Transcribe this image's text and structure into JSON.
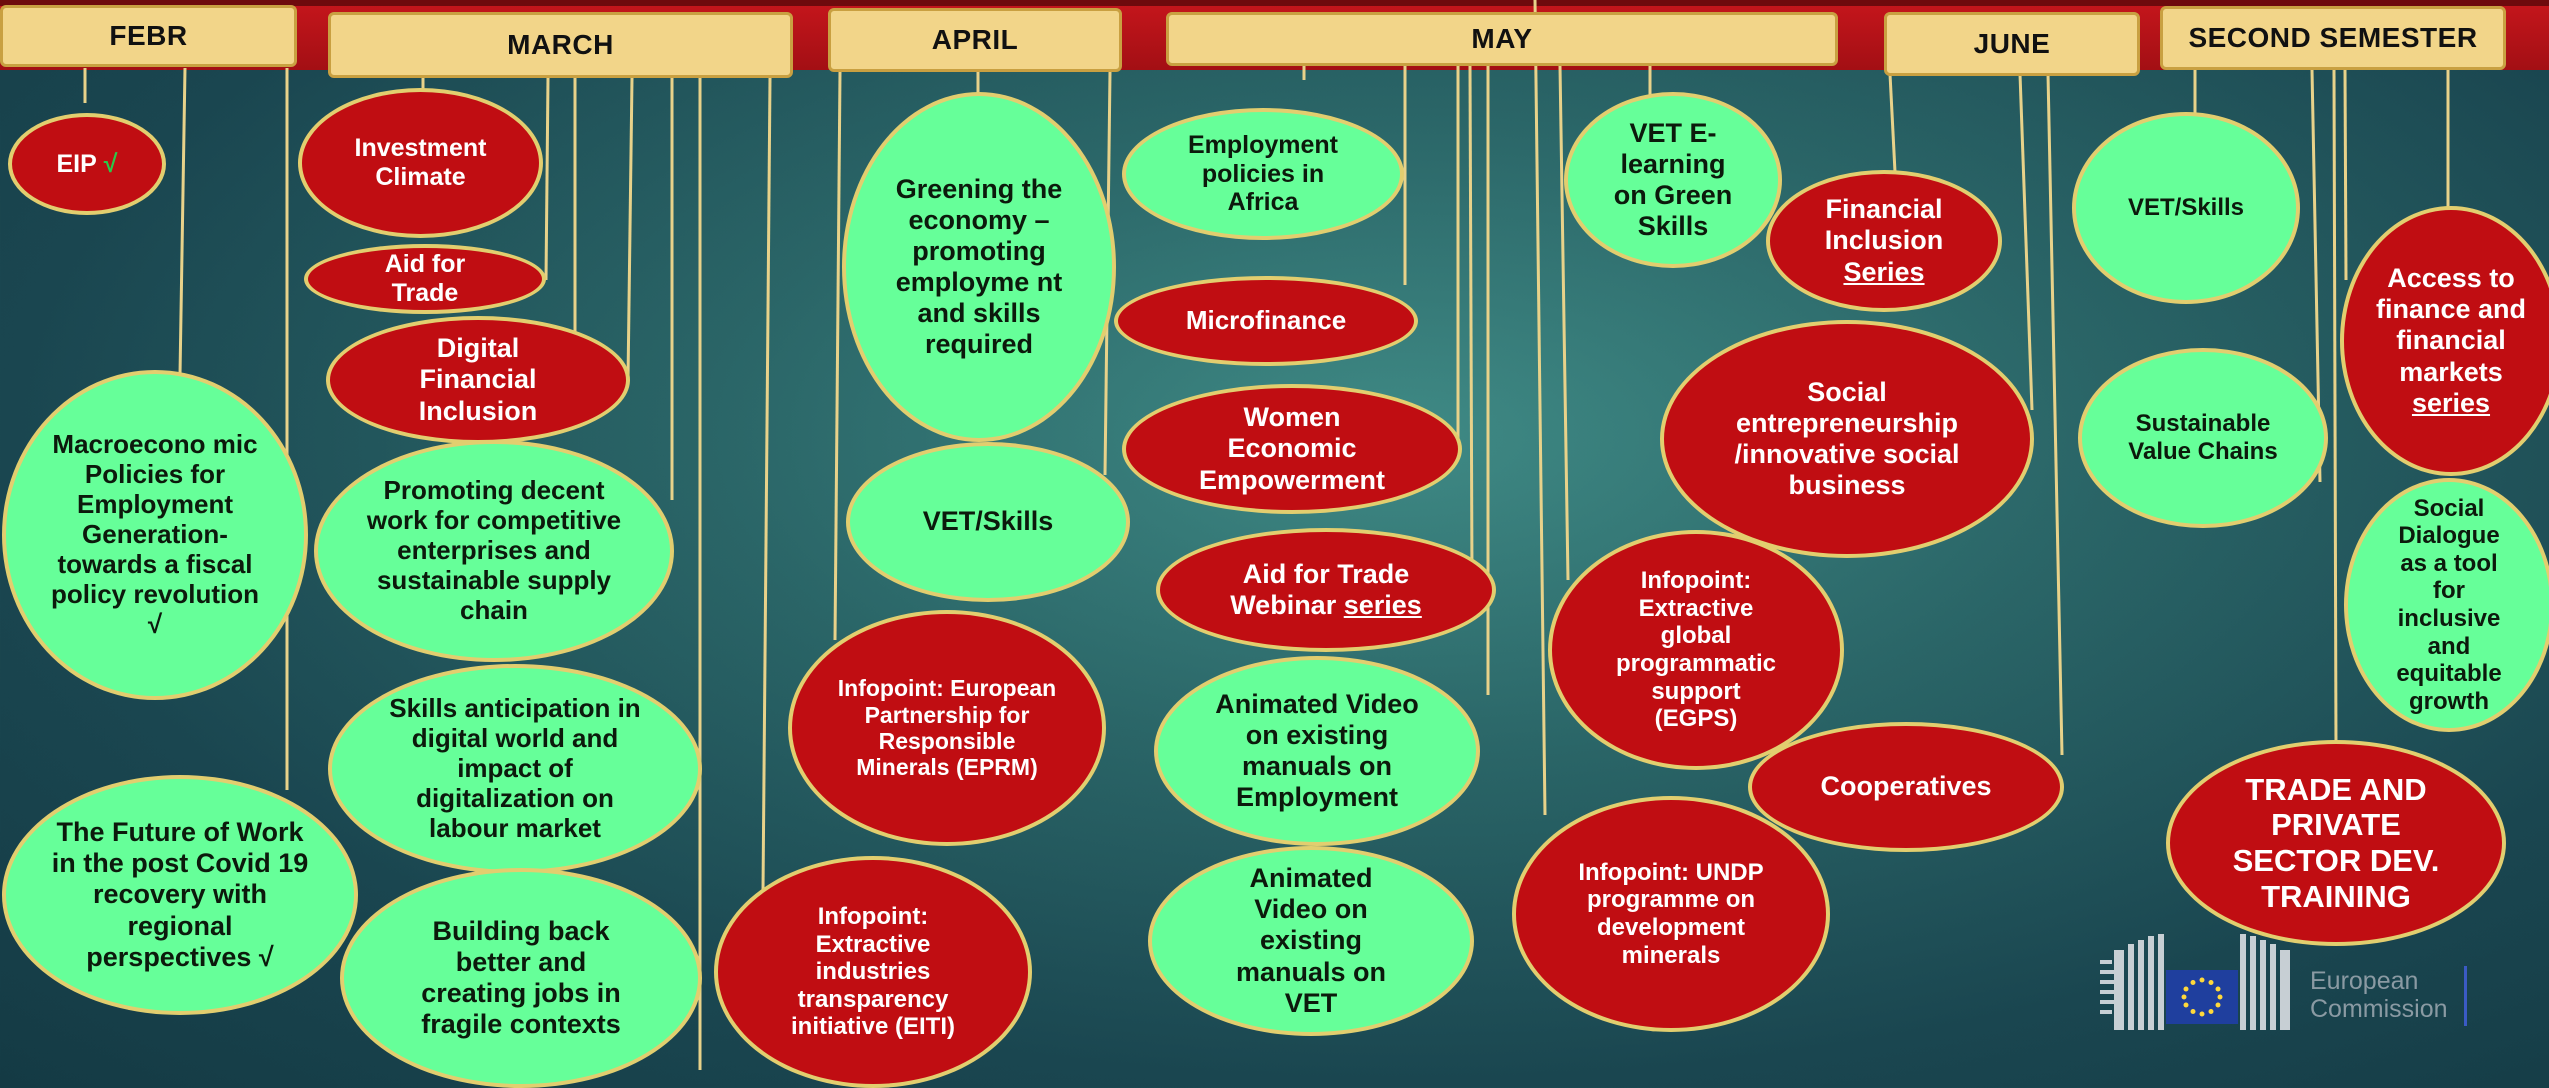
{
  "months": {
    "febr": "FEBR",
    "march": "MARCH",
    "april": "APRIL",
    "may": "MAY",
    "june": "JUNE",
    "second_semester": "SECOND SEMESTER"
  },
  "bubbles": {
    "eip": {
      "text": "EIP",
      "tick": "√"
    },
    "macro": {
      "text": "Macroecono mic Policies for Employment Generation- towards a fiscal policy revolution √"
    },
    "future_work": {
      "text": "The Future of Work in the post Covid 19 recovery with regional perspectives √"
    },
    "investment_climate": {
      "text": "Investment Climate"
    },
    "aid_for_trade_march": {
      "text": "Aid for Trade"
    },
    "digital_fin": {
      "text": "Digital Financial Inclusion"
    },
    "decent_work": {
      "text": "Promoting decent work for competitive enterprises and sustainable supply chain"
    },
    "skills_anticipation": {
      "text": "Skills anticipation in digital world and impact of digitalization on labour market"
    },
    "building_back": {
      "text": "Building back better and creating jobs in fragile contexts"
    },
    "greening": {
      "text": "Greening the economy – promoting employme nt and skills required"
    },
    "vet_april": {
      "text": "VET/Skills"
    },
    "eprm": {
      "text": "Infopoint: European Partnership for Responsible Minerals (EPRM)"
    },
    "eiti": {
      "text": "Infopoint: Extractive industries transparency initiative (EITI)"
    },
    "employment_africa": {
      "text": "Employment policies in Africa"
    },
    "microfinance": {
      "text": "Microfinance"
    },
    "women": {
      "text": "Women Economic Empowerment"
    },
    "aid_webinar": {
      "text": "Aid for Trade Webinar",
      "underlined": "series"
    },
    "video_employment": {
      "text": "Animated Video on existing manuals on Employment"
    },
    "video_vet": {
      "text": "Animated Video on existing manuals on VET"
    },
    "vet_elearning": {
      "text": "VET E-learning on Green Skills"
    },
    "fin_inclusion_series": {
      "text": "Financial Inclusion",
      "underlined": "Series"
    },
    "social_entre": {
      "text": "Social entrepreneurship /innovative social business"
    },
    "egps": {
      "text": "Infopoint: Extractive global programmatic support (EGPS)"
    },
    "cooperatives": {
      "text": "Cooperatives"
    },
    "undp": {
      "text": "Infopoint: UNDP programme on development minerals"
    },
    "vet_sem": {
      "text": "VET/Skills"
    },
    "sustainable_vc": {
      "text": "Sustainable Value Chains"
    },
    "access_finance": {
      "text": "Access to finance and financial markets",
      "underlined": "series"
    },
    "social_dialogue": {
      "text": "Social Dialogue as a tool for inclusive and equitable growth"
    },
    "trade_private": {
      "text": "TRADE AND PRIVATE SECTOR DEV. TRAINING"
    }
  },
  "logo": {
    "line1": "European",
    "line2": "Commission"
  },
  "colors": {
    "green": "#66ff99",
    "red": "#c00d12",
    "month_bg": "#f2d589",
    "bar": "#c6161c"
  }
}
